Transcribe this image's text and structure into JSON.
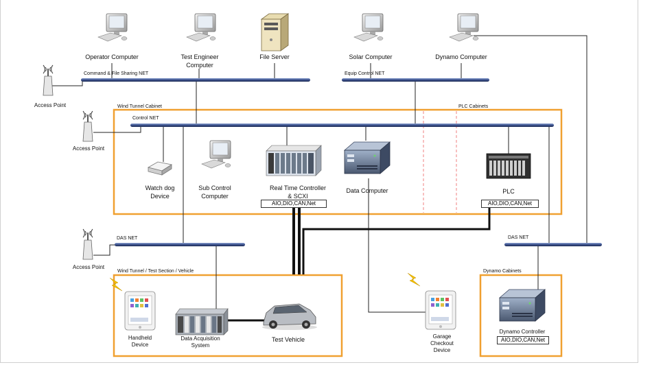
{
  "computers": {
    "operator": "Operator Computer",
    "test_engineer": "Test Engineer\nComputer",
    "file_server": "File Server",
    "solar": "Solar Computer",
    "dynamo": "Dynamo Computer"
  },
  "networks": {
    "command_file": "Command & File Sharing NET",
    "equip_control": "Equip Control NET",
    "control": "Control NET",
    "das_left": "DAS NET",
    "das_right": "DAS NET"
  },
  "groups": {
    "wind_tunnel_cabinet": "Wind Tunnel Cabinet",
    "plc_cabinets": "PLC Cabinets",
    "wind_tunnel_section": "Wind Tunnel / Test Section / Vehicle",
    "dynamo_cabinets": "Dynamo Cabinets"
  },
  "access_points": [
    "Access Point",
    "Access Point",
    "Access Point"
  ],
  "devices": {
    "watch_dog": "Watch dog\nDevice",
    "sub_control": "Sub Control\nComputer",
    "rt_controller": "Real Time Controller\n& SCXI",
    "rt_tag": "AIO,DIO,CAN,Net",
    "data_computer": "Data Computer",
    "plc": "PLC",
    "plc_tag": "AIO,DIO,CAN,Net",
    "handheld": "Handheld\nDevice",
    "daq": "Data Acquisition\nSystem",
    "test_vehicle": "Test Vehicle",
    "garage": "Garage\nCheckout\nDevice",
    "dynamo_controller": "Dynamo Controller",
    "dynamo_tag": "AIO,DIO,CAN,Net"
  },
  "colors": {
    "group_border": "#f0a030",
    "bus": "#3a4f8a",
    "plc_divider": "#ef8080",
    "line": "#222222",
    "wireless": "#f5c000"
  }
}
